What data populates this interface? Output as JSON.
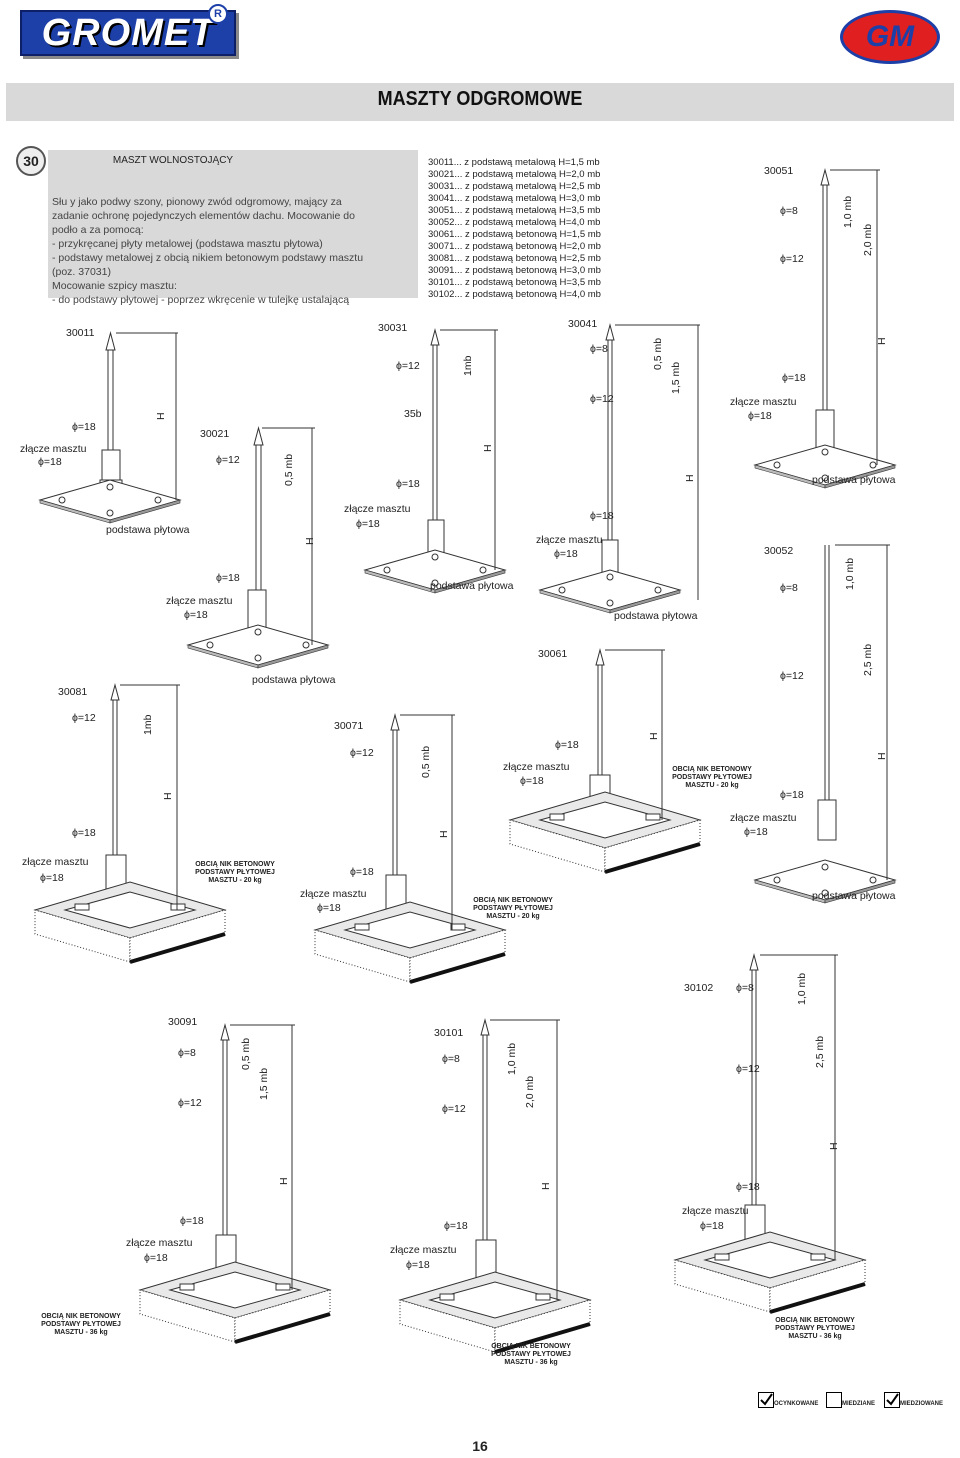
{
  "header": {
    "brand_left": "GROMET",
    "brand_left_mark": "R",
    "brand_right": "GM",
    "title": "MASZTY ODGROMOWE"
  },
  "section": {
    "number": "30",
    "title": "MASZT WOLNOSTOJĄCY",
    "description": [
      "Słu  y jako podwy  szony, pionowy zwód odgromowy, mający za",
      "zadanie ochronę pojedynczych elementów dachu. Mocowanie do",
      "podło  a za pomocą:",
      "- przykręcanej płyty metalowej (podstawa masztu płytowa)",
      "- podstawy metalowej z obcią  nikiem betonowym podstawy masztu",
      "(poz. 37031)",
      "Mocowanie szpicy masztu:",
      "- do podstawy płytowej - poprzez wkręcenie w tulejkę ustalającą"
    ]
  },
  "codes": [
    "30011... z podstawą metalową H=1,5 mb",
    "30021... z podstawą metalową H=2,0 mb",
    "30031... z podstawą metalową H=2,5 mb",
    "30041... z podstawą metalową H=3,0 mb",
    "30051... z podstawą metalową H=3,5 mb",
    "30052... z podstawą metalową H=4,0 mb",
    "30061... z podstawą betonową H=1,5 mb",
    "30071... z podstawą betonową H=2,0 mb",
    "30081... z podstawą betonową H=2,5 mb",
    "30091... z podstawą betonową H=3,0 mb",
    "30101... z podstawą betonową H=3,5 mb",
    "30102... z podstawą betonową H=4,0 mb"
  ],
  "labels": {
    "phi": "ϕ",
    "d8": "=8",
    "d12": "=12",
    "d18": "=18",
    "joint": "złącze masztu",
    "plate_base": "podstawa płytowa",
    "H": "H",
    "m05": "0,5 mb",
    "m10": "1,0 mb",
    "m15": "1,5 mb",
    "m20": "2,0 mb",
    "m25": "2,5 mb",
    "m1": "1mb",
    "b35": "35b",
    "weight20": [
      "OBCIĄ  NIK BETONOWY",
      "PODSTAWY PŁYTOWEJ",
      "MASZTU - 20 kg"
    ],
    "weight36": [
      "OBCIĄ  NIK BETONOWY",
      "PODSTAWY PŁYTOWEJ",
      "MASZTU - 36 kg"
    ]
  },
  "products": {
    "p30011": "30011",
    "p30021": "30021",
    "p30031": "30031",
    "p30041": "30041",
    "p30051": "30051",
    "p30052": "30052",
    "p30061": "30061",
    "p30071": "30071",
    "p30081": "30081",
    "p30091": "30091",
    "p30101": "30101",
    "p30102": "30102"
  },
  "legend": {
    "galvanized": "OCYNKOWANE",
    "copper": "MIEDZIANE",
    "copper_plated": "MIEDZIOWANE",
    "galvanized_checked": true,
    "copper_checked": false,
    "copper_plated_checked": true
  },
  "page_number": "16"
}
